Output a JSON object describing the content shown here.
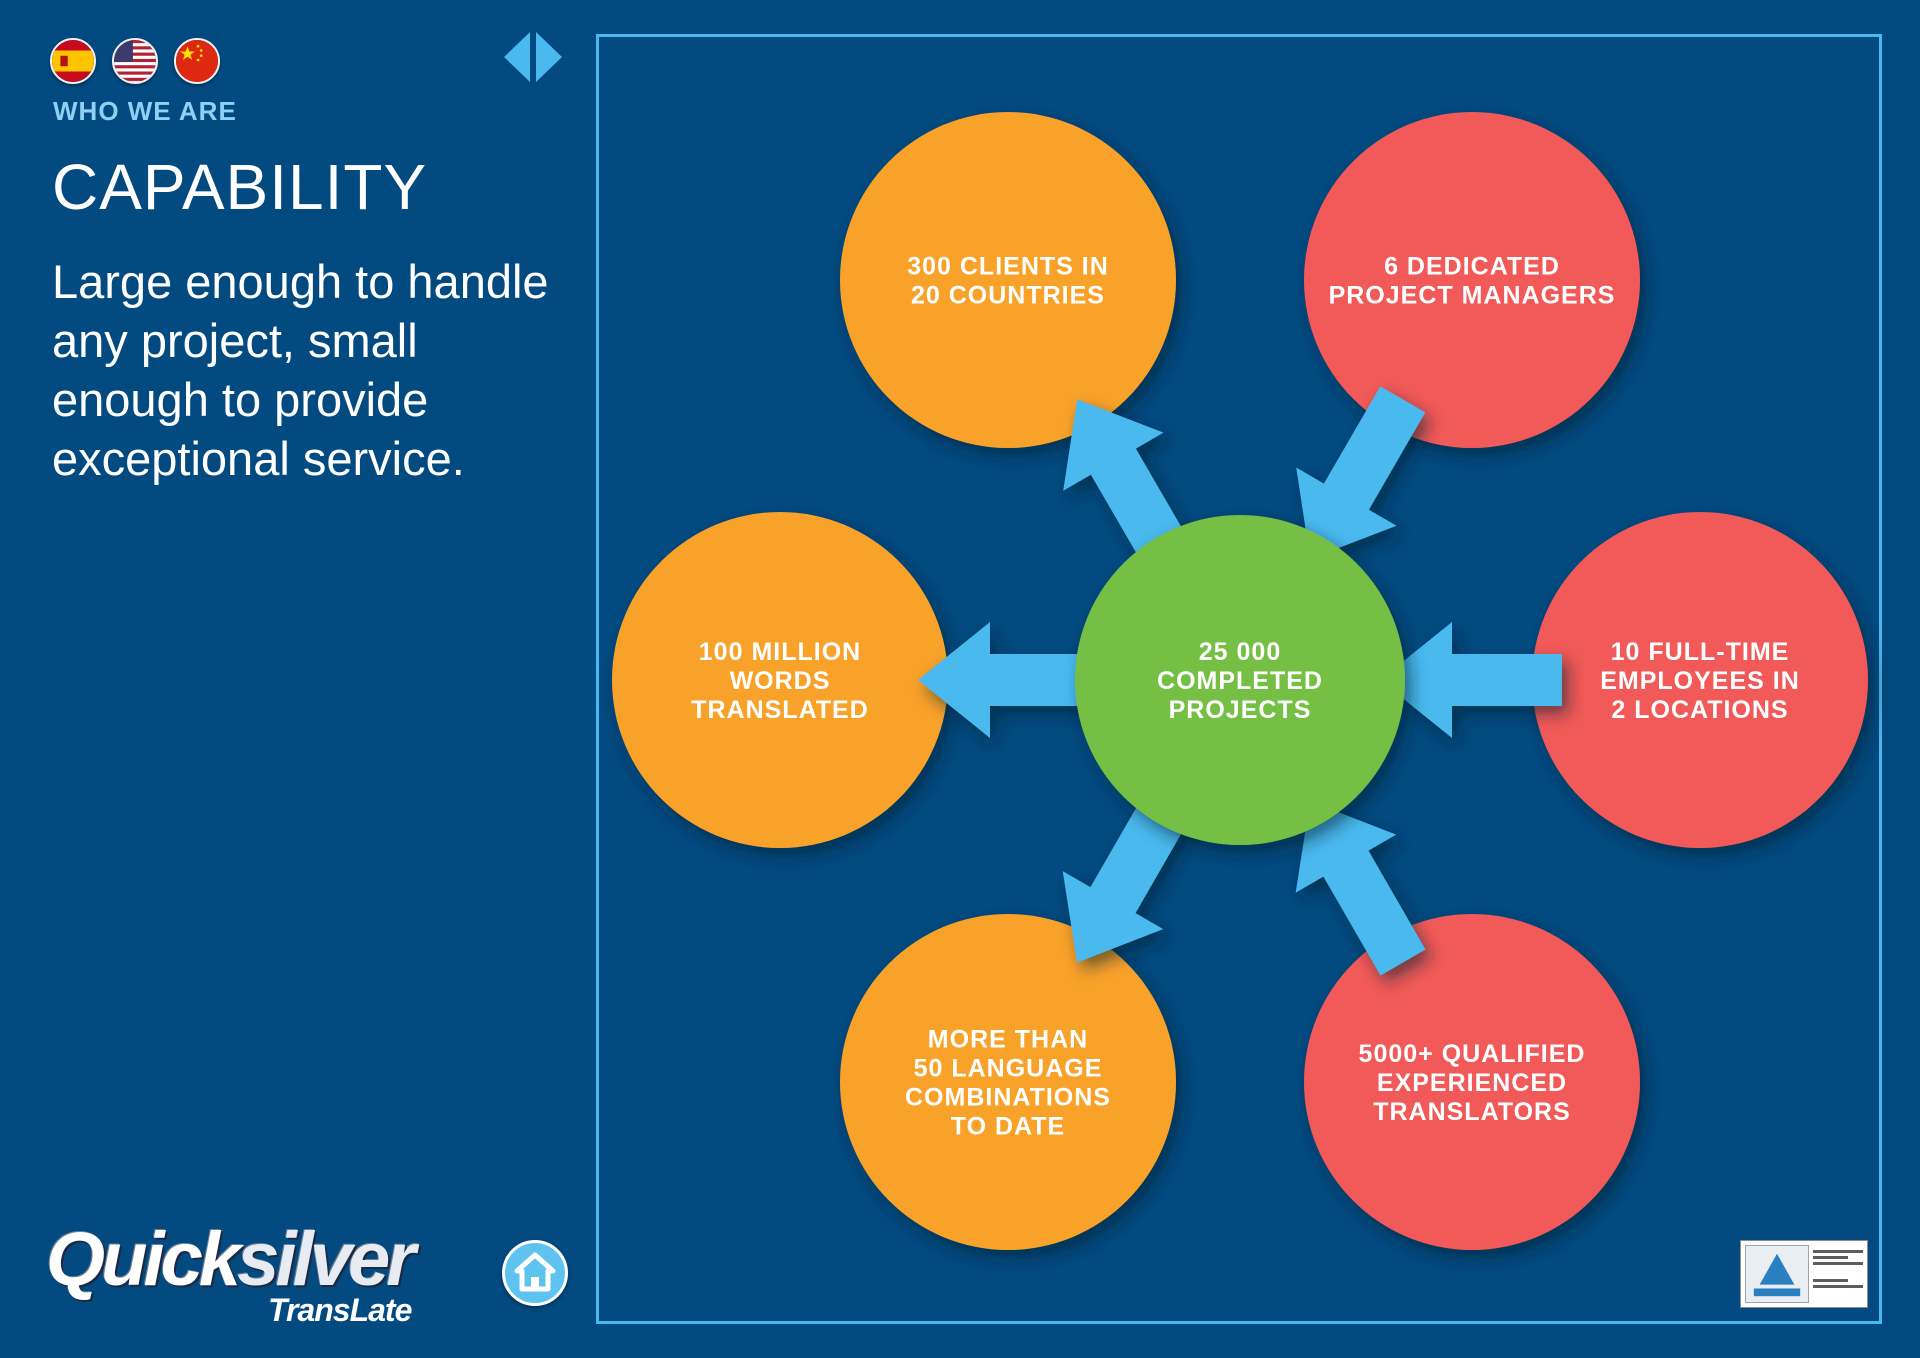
{
  "header": {
    "languages": [
      {
        "code": "es",
        "icon": "spain-flag-icon"
      },
      {
        "code": "en-us",
        "icon": "usa-flag-icon"
      },
      {
        "code": "zh",
        "icon": "china-flag-icon"
      }
    ],
    "nav": {
      "prev_icon": "chevron-left-icon",
      "next_icon": "chevron-right-icon"
    }
  },
  "section": {
    "eyebrow": "WHO WE ARE",
    "title": "CAPABILITY",
    "tagline": "Large enough to handle any project, small enough to provide exceptional service."
  },
  "diagram": {
    "center": {
      "lines": [
        "25 000",
        "COMPLETED",
        "PROJECTS"
      ],
      "color": "#74bf44"
    },
    "nodes": [
      {
        "id": "clients",
        "lines": [
          "300 CLIENTS IN",
          "20 COUNTRIES"
        ],
        "color": "#f9a229",
        "arrow": "outward"
      },
      {
        "id": "managers",
        "lines": [
          "6 DEDICATED",
          "PROJECT MANAGERS"
        ],
        "color": "#f15a58",
        "arrow": "inward"
      },
      {
        "id": "employees",
        "lines": [
          "10 FULL-TIME",
          "EMPLOYEES IN",
          "2 LOCATIONS"
        ],
        "color": "#f15a58",
        "arrow": "inward"
      },
      {
        "id": "translators",
        "lines": [
          "5000+ QUALIFIED",
          "EXPERIENCED",
          "TRANSLATORS"
        ],
        "color": "#f15a58",
        "arrow": "inward"
      },
      {
        "id": "languages",
        "lines": [
          "MORE THAN",
          "50 LANGUAGE",
          "COMBINATIONS",
          "TO DATE"
        ],
        "color": "#f9a229",
        "arrow": "outward"
      },
      {
        "id": "words",
        "lines": [
          "100 MILLION",
          "WORDS",
          "TRANSLATED"
        ],
        "color": "#f9a229",
        "arrow": "outward"
      }
    ],
    "arrow_color": "#4ab9ee"
  },
  "footer": {
    "logo_main_a": "Quick",
    "logo_main_b": "silver",
    "logo_sub": "TransLate",
    "home_icon": "home-icon",
    "cert_icon": "tuv-certification-seal-icon"
  },
  "colors": {
    "background": "#024a80",
    "accent": "#49b9ed",
    "eyebrow": "#8fd0f4"
  }
}
